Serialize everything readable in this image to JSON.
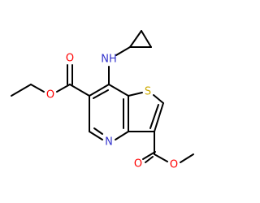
{
  "molecule": {
    "atom_labels": {
      "nh": "NH",
      "ester_O_carbonyl": "O",
      "ester_O_ether": "O",
      "ring_S": "S",
      "ring_N": "N",
      "methyl_O_carbonyl": "O",
      "methyl_O_ether": "O"
    },
    "colors": {
      "bond": "#000000",
      "nitrogen": "#3333cc",
      "oxygen": "#ff0000",
      "sulfur": "#ccaa00"
    }
  }
}
